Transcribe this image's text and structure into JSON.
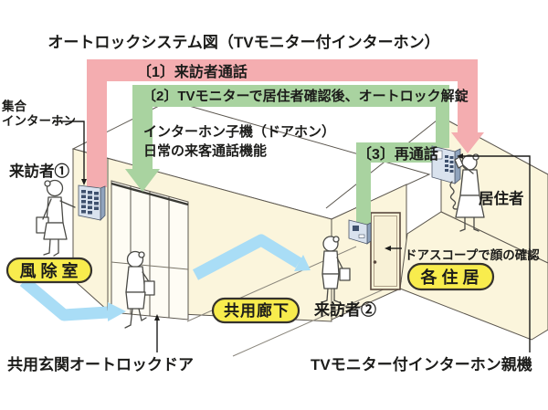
{
  "title": "オートロックシステム図（TVモニター付インターホン）",
  "steps": {
    "step1": "〔1〕来訪者通話",
    "step2": "〔2〕TVモニターで居住者確認後、オートロック解錠",
    "step3": "〔3〕再通話"
  },
  "labels": {
    "collective_intercom_1": "集合",
    "collective_intercom_2": "インターホン",
    "visitor1": "来訪者①",
    "visitor2": "来訪者②",
    "resident": "居住者",
    "door_unit_1": "インターホン子機（ドアホン）",
    "door_unit_2": "日常の来客通話機能",
    "door_scope": "ドアスコープで顔の確認",
    "entrance_door": "共用玄関オートロックドア",
    "master_unit": "TVモニター付インターホン親機"
  },
  "areas": {
    "windbreak": "風除室",
    "corridor": "共用廊下",
    "residence": "各住居"
  },
  "colors": {
    "call_band": "#f4adb0",
    "unlock_band": "#a9d3a0",
    "area_pill": "#f8ec4d",
    "path_arrow": "#a9ddf6",
    "wall": "#fbf5dc"
  }
}
